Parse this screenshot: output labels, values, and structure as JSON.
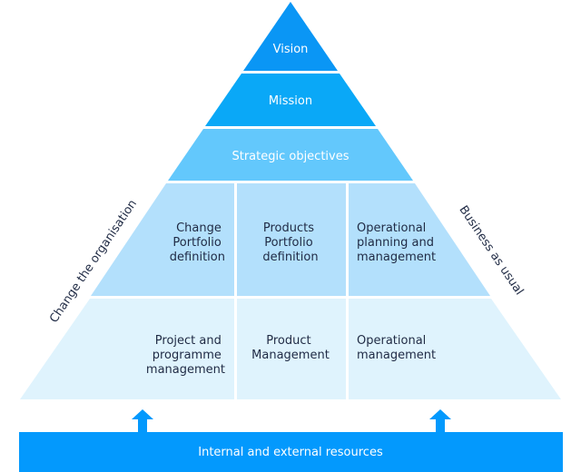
{
  "colors": {
    "vision": "#0a96f5",
    "mission": "#0aa8f7",
    "strategic": "#63c8fc",
    "middle_row": "#b3e0fc",
    "bottom_row": "#dff3fd",
    "resources_bar": "#0399fd",
    "arrow": "#0399fd",
    "dark_text": "#1f2a44",
    "light_text": "#ffffff"
  },
  "pyramid": {
    "vision": "Vision",
    "mission": "Mission",
    "strategic_objectives": "Strategic objectives",
    "middle_row": [
      [
        "Change",
        "Portfolio",
        "definition"
      ],
      [
        "Products",
        "Portfolio",
        "definition"
      ],
      [
        "Operational",
        "planning and",
        "management"
      ]
    ],
    "bottom_row": [
      [
        "Project and",
        "programme",
        "management"
      ],
      [
        "Product",
        "Management"
      ],
      [
        "Operational",
        "management"
      ]
    ]
  },
  "side_labels": {
    "left": "Change the organisation",
    "right": "Business as usual"
  },
  "resources_bar": {
    "label": "Internal and external resources"
  }
}
